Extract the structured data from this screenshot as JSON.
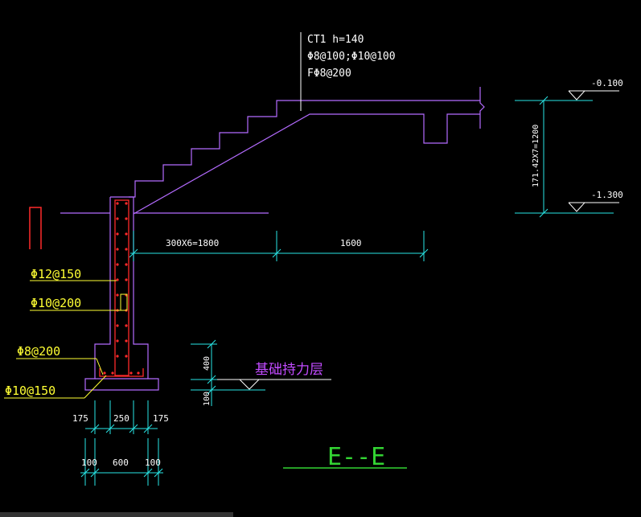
{
  "colors": {
    "background": "#000000",
    "stair": "#b46bff",
    "dimension": "#29e6e6",
    "rebar": "#ff2a2a",
    "label_yellow": "#ffff33",
    "label_white": "#ffffff",
    "title_green": "#33d433",
    "soil_label": "#c24bff"
  },
  "annotations": {
    "stair_spec_line1": "CT1   h=140",
    "stair_spec_line2": "Φ8@100;Φ10@100",
    "stair_spec_line3": "FΦ8@200"
  },
  "elevations": {
    "top": "-0.100",
    "bottom": "-1.300",
    "height_dim": "171.42X7=1200"
  },
  "dimensions": {
    "stair_run": "300X6=1800",
    "landing": "1600",
    "footing_400": "400",
    "footing_100": "100",
    "wall_175_left": "175",
    "wall_250": "250",
    "wall_175_right": "175",
    "base_100_left": "100",
    "base_600": "600",
    "base_100_right": "100"
  },
  "rebar_labels": {
    "vertical": "Φ12@150",
    "horizontal": "Φ10@200",
    "footing_top": "Φ8@200",
    "footing_bottom": "Φ10@150"
  },
  "soil_label": "基础持力层",
  "section_title": "E--E"
}
